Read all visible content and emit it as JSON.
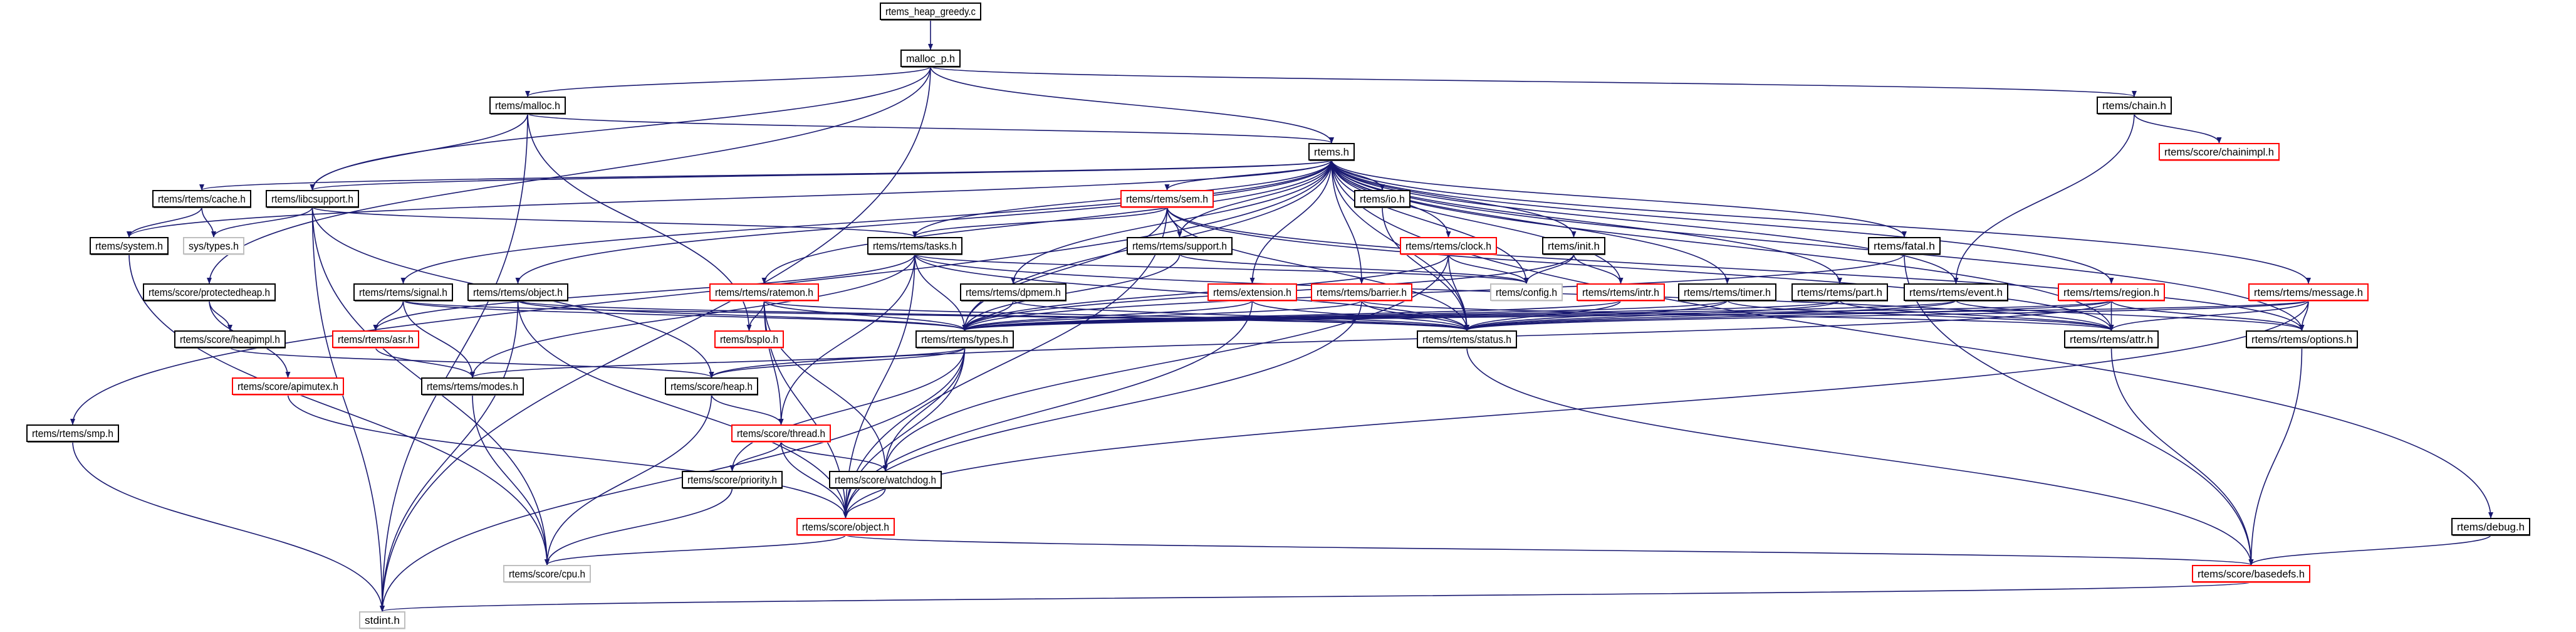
{
  "title": "rtems_heap_greedy.c",
  "colors": {
    "edge": "#191970",
    "documented": "#000000",
    "truncated": "#ff0000",
    "undocumented": "#bfbfbf",
    "root_fill": "#bfbfbf"
  },
  "nodes": [
    {
      "id": "root",
      "label": "rtems_heap_greedy.c",
      "kind": "root"
    },
    {
      "id": "malloc_p",
      "label": "malloc_p.h",
      "kind": "documented"
    },
    {
      "id": "malloc",
      "label": "rtems/malloc.h",
      "kind": "documented"
    },
    {
      "id": "chain",
      "label": "rtems/chain.h",
      "kind": "documented"
    },
    {
      "id": "chainimpl",
      "label": "rtems/score/chainimpl.h",
      "kind": "truncated"
    },
    {
      "id": "rtems",
      "label": "rtems.h",
      "kind": "documented"
    },
    {
      "id": "cache",
      "label": "rtems/rtems/cache.h",
      "kind": "documented"
    },
    {
      "id": "libcsupport",
      "label": "rtems/libcsupport.h",
      "kind": "documented"
    },
    {
      "id": "systypes",
      "label": "sys/types.h",
      "kind": "undocumented"
    },
    {
      "id": "system",
      "label": "rtems/system.h",
      "kind": "documented"
    },
    {
      "id": "sem",
      "label": "rtems/rtems/sem.h",
      "kind": "truncated"
    },
    {
      "id": "io",
      "label": "rtems/io.h",
      "kind": "documented"
    },
    {
      "id": "tasks",
      "label": "rtems/rtems/tasks.h",
      "kind": "documented"
    },
    {
      "id": "support",
      "label": "rtems/rtems/support.h",
      "kind": "documented"
    },
    {
      "id": "clock",
      "label": "rtems/rtems/clock.h",
      "kind": "truncated"
    },
    {
      "id": "init",
      "label": "rtems/init.h",
      "kind": "documented"
    },
    {
      "id": "fatal",
      "label": "rtems/fatal.h",
      "kind": "documented"
    },
    {
      "id": "protectedheap",
      "label": "rtems/score/protectedheap.h",
      "kind": "documented"
    },
    {
      "id": "signal",
      "label": "rtems/rtems/signal.h",
      "kind": "documented"
    },
    {
      "id": "robject",
      "label": "rtems/rtems/object.h",
      "kind": "documented"
    },
    {
      "id": "ratemon",
      "label": "rtems/rtems/ratemon.h",
      "kind": "truncated"
    },
    {
      "id": "dpmem",
      "label": "rtems/rtems/dpmem.h",
      "kind": "documented"
    },
    {
      "id": "extension",
      "label": "rtems/extension.h",
      "kind": "truncated"
    },
    {
      "id": "barrier",
      "label": "rtems/rtems/barrier.h",
      "kind": "truncated"
    },
    {
      "id": "config",
      "label": "rtems/config.h",
      "kind": "undocumented"
    },
    {
      "id": "intr",
      "label": "rtems/rtems/intr.h",
      "kind": "truncated"
    },
    {
      "id": "timer",
      "label": "rtems/rtems/timer.h",
      "kind": "documented"
    },
    {
      "id": "part",
      "label": "rtems/rtems/part.h",
      "kind": "documented"
    },
    {
      "id": "event",
      "label": "rtems/rtems/event.h",
      "kind": "documented"
    },
    {
      "id": "region",
      "label": "rtems/rtems/region.h",
      "kind": "truncated"
    },
    {
      "id": "message",
      "label": "rtems/rtems/message.h",
      "kind": "truncated"
    },
    {
      "id": "heapimpl",
      "label": "rtems/score/heapimpl.h",
      "kind": "documented"
    },
    {
      "id": "asr",
      "label": "rtems/rtems/asr.h",
      "kind": "truncated"
    },
    {
      "id": "bspio",
      "label": "rtems/bspIo.h",
      "kind": "truncated"
    },
    {
      "id": "types",
      "label": "rtems/rtems/types.h",
      "kind": "documented"
    },
    {
      "id": "status",
      "label": "rtems/rtems/status.h",
      "kind": "documented"
    },
    {
      "id": "attr",
      "label": "rtems/rtems/attr.h",
      "kind": "documented"
    },
    {
      "id": "options",
      "label": "rtems/rtems/options.h",
      "kind": "documented"
    },
    {
      "id": "apimutex",
      "label": "rtems/score/apimutex.h",
      "kind": "truncated"
    },
    {
      "id": "modes",
      "label": "rtems/rtems/modes.h",
      "kind": "documented"
    },
    {
      "id": "heap",
      "label": "rtems/score/heap.h",
      "kind": "documented"
    },
    {
      "id": "smp",
      "label": "rtems/rtems/smp.h",
      "kind": "documented"
    },
    {
      "id": "thread",
      "label": "rtems/score/thread.h",
      "kind": "truncated"
    },
    {
      "id": "priority",
      "label": "rtems/score/priority.h",
      "kind": "documented"
    },
    {
      "id": "watchdog",
      "label": "rtems/score/watchdog.h",
      "kind": "documented"
    },
    {
      "id": "sobject",
      "label": "rtems/score/object.h",
      "kind": "truncated"
    },
    {
      "id": "debug",
      "label": "rtems/debug.h",
      "kind": "documented"
    },
    {
      "id": "cpu",
      "label": "rtems/score/cpu.h",
      "kind": "undocumented"
    },
    {
      "id": "basedefs",
      "label": "rtems/score/basedefs.h",
      "kind": "truncated"
    },
    {
      "id": "stdint",
      "label": "stdint.h",
      "kind": "undocumented"
    }
  ],
  "edges": [
    [
      "root",
      "malloc_p"
    ],
    [
      "malloc_p",
      "malloc"
    ],
    [
      "malloc_p",
      "rtems"
    ],
    [
      "malloc_p",
      "chain"
    ],
    [
      "malloc_p",
      "libcsupport"
    ],
    [
      "malloc_p",
      "protectedheap"
    ],
    [
      "malloc_p",
      "stdint"
    ],
    [
      "malloc",
      "rtems"
    ],
    [
      "malloc",
      "libcsupport"
    ],
    [
      "malloc",
      "stdint"
    ],
    [
      "malloc",
      "bspio"
    ],
    [
      "chain",
      "chainimpl"
    ],
    [
      "chain",
      "event"
    ],
    [
      "rtems",
      "cache"
    ],
    [
      "rtems",
      "libcsupport"
    ],
    [
      "rtems",
      "system"
    ],
    [
      "rtems",
      "smp"
    ],
    [
      "rtems",
      "sem"
    ],
    [
      "rtems",
      "io"
    ],
    [
      "rtems",
      "tasks"
    ],
    [
      "rtems",
      "support"
    ],
    [
      "rtems",
      "clock"
    ],
    [
      "rtems",
      "init"
    ],
    [
      "rtems",
      "fatal"
    ],
    [
      "rtems",
      "signal"
    ],
    [
      "rtems",
      "robject"
    ],
    [
      "rtems",
      "ratemon"
    ],
    [
      "rtems",
      "dpmem"
    ],
    [
      "rtems",
      "extension"
    ],
    [
      "rtems",
      "barrier"
    ],
    [
      "rtems",
      "config"
    ],
    [
      "rtems",
      "intr"
    ],
    [
      "rtems",
      "timer"
    ],
    [
      "rtems",
      "part"
    ],
    [
      "rtems",
      "event"
    ],
    [
      "rtems",
      "region"
    ],
    [
      "rtems",
      "message"
    ],
    [
      "rtems",
      "types"
    ],
    [
      "rtems",
      "status"
    ],
    [
      "rtems",
      "attr"
    ],
    [
      "rtems",
      "options"
    ],
    [
      "rtems",
      "debug"
    ],
    [
      "cache",
      "system"
    ],
    [
      "cache",
      "systypes"
    ],
    [
      "libcsupport",
      "systypes"
    ],
    [
      "libcsupport",
      "tasks"
    ],
    [
      "libcsupport",
      "cpu"
    ],
    [
      "libcsupport",
      "heap"
    ],
    [
      "libcsupport",
      "stdint"
    ],
    [
      "system",
      "cpu"
    ],
    [
      "sem",
      "tasks"
    ],
    [
      "sem",
      "support"
    ],
    [
      "sem",
      "types"
    ],
    [
      "sem",
      "attr"
    ],
    [
      "sem",
      "options"
    ],
    [
      "sem",
      "sobject"
    ],
    [
      "sem",
      "status"
    ],
    [
      "io",
      "status"
    ],
    [
      "tasks",
      "types"
    ],
    [
      "tasks",
      "status"
    ],
    [
      "tasks",
      "asr"
    ],
    [
      "tasks",
      "modes"
    ],
    [
      "tasks",
      "thread"
    ],
    [
      "tasks",
      "config"
    ],
    [
      "tasks",
      "attr"
    ],
    [
      "tasks",
      "sobject"
    ],
    [
      "support",
      "types"
    ],
    [
      "support",
      "config"
    ],
    [
      "clock",
      "types"
    ],
    [
      "clock",
      "config"
    ],
    [
      "clock",
      "status"
    ],
    [
      "clock",
      "watchdog"
    ],
    [
      "init",
      "config"
    ],
    [
      "init",
      "intr"
    ],
    [
      "init",
      "types"
    ],
    [
      "fatal",
      "basedefs"
    ],
    [
      "fatal",
      "types"
    ],
    [
      "protectedheap",
      "heapimpl"
    ],
    [
      "protectedheap",
      "apimutex"
    ],
    [
      "signal",
      "asr"
    ],
    [
      "signal",
      "modes"
    ],
    [
      "signal",
      "types"
    ],
    [
      "signal",
      "status"
    ],
    [
      "robject",
      "types"
    ],
    [
      "robject",
      "status"
    ],
    [
      "robject",
      "sobject"
    ],
    [
      "robject",
      "stdint"
    ],
    [
      "ratemon",
      "bspio"
    ],
    [
      "ratemon",
      "types"
    ],
    [
      "ratemon",
      "status"
    ],
    [
      "ratemon",
      "thread"
    ],
    [
      "ratemon",
      "watchdog"
    ],
    [
      "ratemon",
      "sobject"
    ],
    [
      "dpmem",
      "types"
    ],
    [
      "dpmem",
      "status"
    ],
    [
      "extension",
      "types"
    ],
    [
      "extension",
      "status"
    ],
    [
      "extension",
      "sobject"
    ],
    [
      "barrier",
      "types"
    ],
    [
      "barrier",
      "status"
    ],
    [
      "barrier",
      "attr"
    ],
    [
      "barrier",
      "sobject"
    ],
    [
      "intr",
      "types"
    ],
    [
      "intr",
      "status"
    ],
    [
      "timer",
      "types"
    ],
    [
      "timer",
      "status"
    ],
    [
      "timer",
      "attr"
    ],
    [
      "part",
      "types"
    ],
    [
      "part",
      "status"
    ],
    [
      "part",
      "attr"
    ],
    [
      "event",
      "types"
    ],
    [
      "event",
      "status"
    ],
    [
      "event",
      "options"
    ],
    [
      "region",
      "types"
    ],
    [
      "region",
      "status"
    ],
    [
      "region",
      "attr"
    ],
    [
      "region",
      "options"
    ],
    [
      "region",
      "heap"
    ],
    [
      "message",
      "types"
    ],
    [
      "message",
      "status"
    ],
    [
      "message",
      "attr"
    ],
    [
      "message",
      "options"
    ],
    [
      "message",
      "sobject"
    ],
    [
      "heapimpl",
      "heap"
    ],
    [
      "asr",
      "modes"
    ],
    [
      "types",
      "modes"
    ],
    [
      "types",
      "heap"
    ],
    [
      "types",
      "priority"
    ],
    [
      "types",
      "watchdog"
    ],
    [
      "types",
      "sobject"
    ],
    [
      "types",
      "stdint"
    ],
    [
      "status",
      "basedefs"
    ],
    [
      "attr",
      "basedefs"
    ],
    [
      "options",
      "basedefs"
    ],
    [
      "apimutex",
      "sobject"
    ],
    [
      "modes",
      "cpu"
    ],
    [
      "heap",
      "thread"
    ],
    [
      "heap",
      "cpu"
    ],
    [
      "thread",
      "priority"
    ],
    [
      "thread",
      "watchdog"
    ],
    [
      "thread",
      "sobject"
    ],
    [
      "priority",
      "cpu"
    ],
    [
      "watchdog",
      "sobject"
    ],
    [
      "sobject",
      "cpu"
    ],
    [
      "sobject",
      "basedefs"
    ],
    [
      "smp",
      "stdint"
    ],
    [
      "debug",
      "basedefs"
    ],
    [
      "basedefs",
      "stdint"
    ]
  ]
}
